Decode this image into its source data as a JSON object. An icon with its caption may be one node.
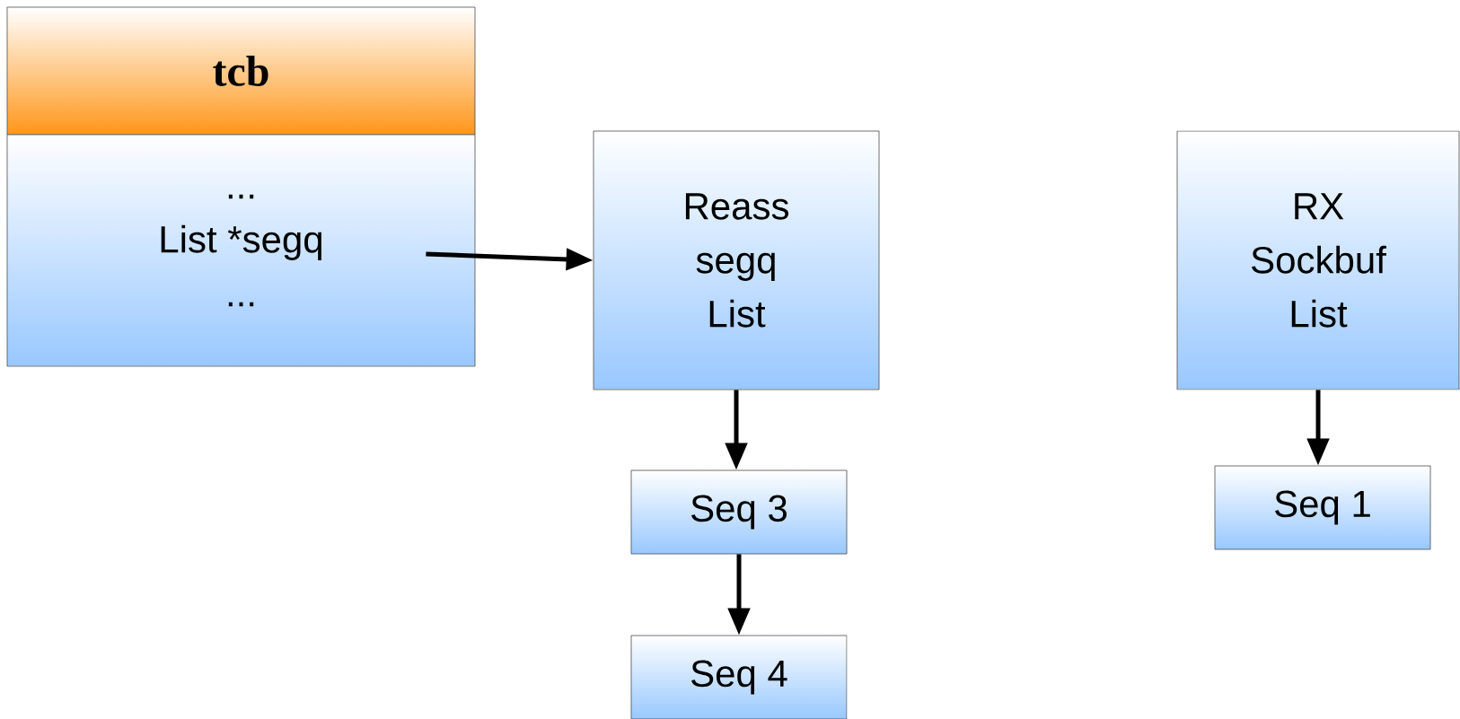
{
  "diagram": {
    "nodes": [
      {
        "text": [
          "tcb"
        ]
      },
      {
        "text": [
          "...",
          "List *segq",
          "..."
        ]
      },
      {
        "text": [
          "Reass segq List"
        ]
      },
      {
        "text": [
          "RX Sockbuf List"
        ]
      },
      {
        "text": [
          "Seq 3"
        ]
      },
      {
        "text": [
          "Seq 4"
        ]
      },
      {
        "text": [
          "Seq 1"
        ]
      }
    ],
    "edges": [
      {
        "from": 1,
        "to": 2,
        "arrow": "to"
      },
      {
        "from": 2,
        "to": 4,
        "arrow": "to"
      },
      {
        "from": 4,
        "to": 5,
        "arrow": "to"
      },
      {
        "from": 3,
        "to": 6,
        "arrow": "to"
      }
    ]
  }
}
